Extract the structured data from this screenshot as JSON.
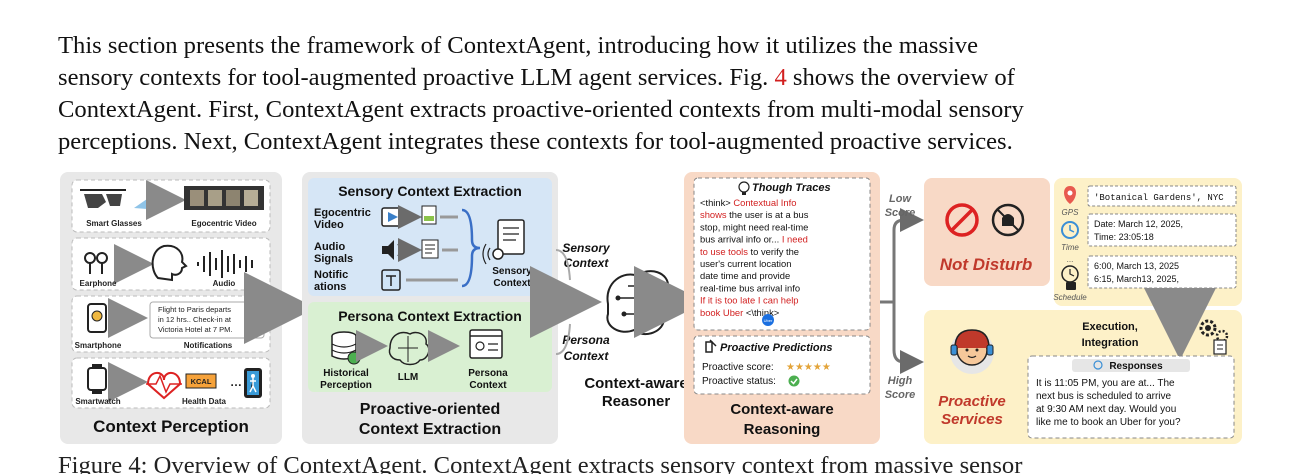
{
  "paragraph": {
    "line1": "This section presents the framework of ContextAgent, introducing how it utilizes the massive",
    "line2_pre": "sensory contexts for tool-augmented proactive LLM agent services. Fig. ",
    "line2_ref": "4",
    "line2_post": " shows the overview of",
    "line3": "ContextAgent. First, ContextAgent extracts proactive-oriented contexts from multi-modal sensory",
    "line4": "perceptions. Next, ContextAgent integrates these contexts for tool-augmented proactive services."
  },
  "figure": {
    "perception": {
      "title": "Context Perception",
      "devices": [
        "Smart Glasses",
        "Earphone",
        "Smartphone",
        "Smartwatch"
      ],
      "outputs": [
        "Egocentric Video",
        "Audio",
        "Notifications",
        "Health Data"
      ],
      "notification_text": [
        "Flight to Paris departs",
        "in 12 hrs.. Check-in at",
        "Victoria Hotel at 7 PM."
      ],
      "health_label": "KCAL"
    },
    "extraction": {
      "title": "Proactive-oriented",
      "title2": "Context Extraction",
      "sensory_title": "Sensory Context Extraction",
      "sensory_inputs": [
        {
          "l1": "Egocentric",
          "l2": "Video"
        },
        {
          "l1": "Audio",
          "l2": "Signals"
        },
        {
          "l1": "Notific",
          "l2": "ations"
        }
      ],
      "sensory_output_1": "Sensory",
      "sensory_output_2": "Context",
      "persona_title": "Persona Context Extraction",
      "historical_1": "Historical",
      "historical_2": "Perception",
      "llm": "LLM",
      "persona_out_1": "Persona",
      "persona_out_2": "Context"
    },
    "reasoner": {
      "sensory_1": "Sensory",
      "sensory_2": "Context",
      "persona_1": "Persona",
      "persona_2": "Context",
      "label_1": "Context-aware",
      "label_2": "Reasoner"
    },
    "reasoning": {
      "traces_title": "Though Traces",
      "trace_lines": [
        [
          {
            "t": "<think> ",
            "c": "#111"
          },
          {
            "t": "Contextual Info",
            "c": "#d21f1f"
          }
        ],
        [
          {
            "t": "shows",
            "c": "#d21f1f"
          },
          {
            "t": " the user is at a bus",
            "c": "#111"
          }
        ],
        [
          {
            "t": "stop, might need real-time",
            "c": "#111"
          }
        ],
        [
          {
            "t": "bus arrival info or... ",
            "c": "#111"
          },
          {
            "t": "I need",
            "c": "#d21f1f"
          }
        ],
        [
          {
            "t": "to use tools",
            "c": "#d21f1f"
          },
          {
            "t": " to verify the",
            "c": "#111"
          }
        ],
        [
          {
            "t": "user's current location",
            "c": "#111"
          }
        ],
        [
          {
            "t": "date     time    and provide",
            "c": "#111"
          }
        ],
        [
          {
            "t": "real-time bus arrival info",
            "c": "#111"
          }
        ],
        [
          {
            "t": "If it is too late I can help",
            "c": "#d21f1f"
          }
        ],
        [
          {
            "t": "book Uber",
            "c": "#d21f1f"
          },
          {
            "t": "      <\\think>",
            "c": "#111"
          }
        ]
      ],
      "uber": "Uber",
      "predictions_title": "Proactive Predictions",
      "score_label": "Proactive score:",
      "stars": "★★★★★",
      "status_label": "Proactive status:",
      "label_1": "Context-aware",
      "label_2": "Reasoning"
    },
    "decision": {
      "low_1": "Low",
      "low_2": "Score",
      "high_1": "High",
      "high_2": "Score",
      "not_disturb": "Not Disturb",
      "proactive_1": "Proactive",
      "proactive_2": "Services"
    },
    "tools": {
      "gps": "GPS",
      "gps_value": "'Botanical Gardens', NYC",
      "time": "Time",
      "time_value_1": "Date: March 12, 2025,",
      "time_value_2": "Time: 23:05:18",
      "schedule": "Schedule",
      "schedule_value_1": "6:00, March 13, 2025",
      "schedule_value_2": "6:15, March13, 2025,",
      "exec_1": "Execution,",
      "exec_2": "Integration",
      "responses_title": "Responses",
      "responses_lines": [
        "It is 11:05 PM, you are at... The",
        "next bus is scheduled to arrive",
        "at 9:30 AM next day. Would you",
        "like me to book an Uber for you?"
      ]
    }
  },
  "caption": "Figure 4:  Overview of ContextAgent. ContextAgent extracts sensory context from massive sensor"
}
